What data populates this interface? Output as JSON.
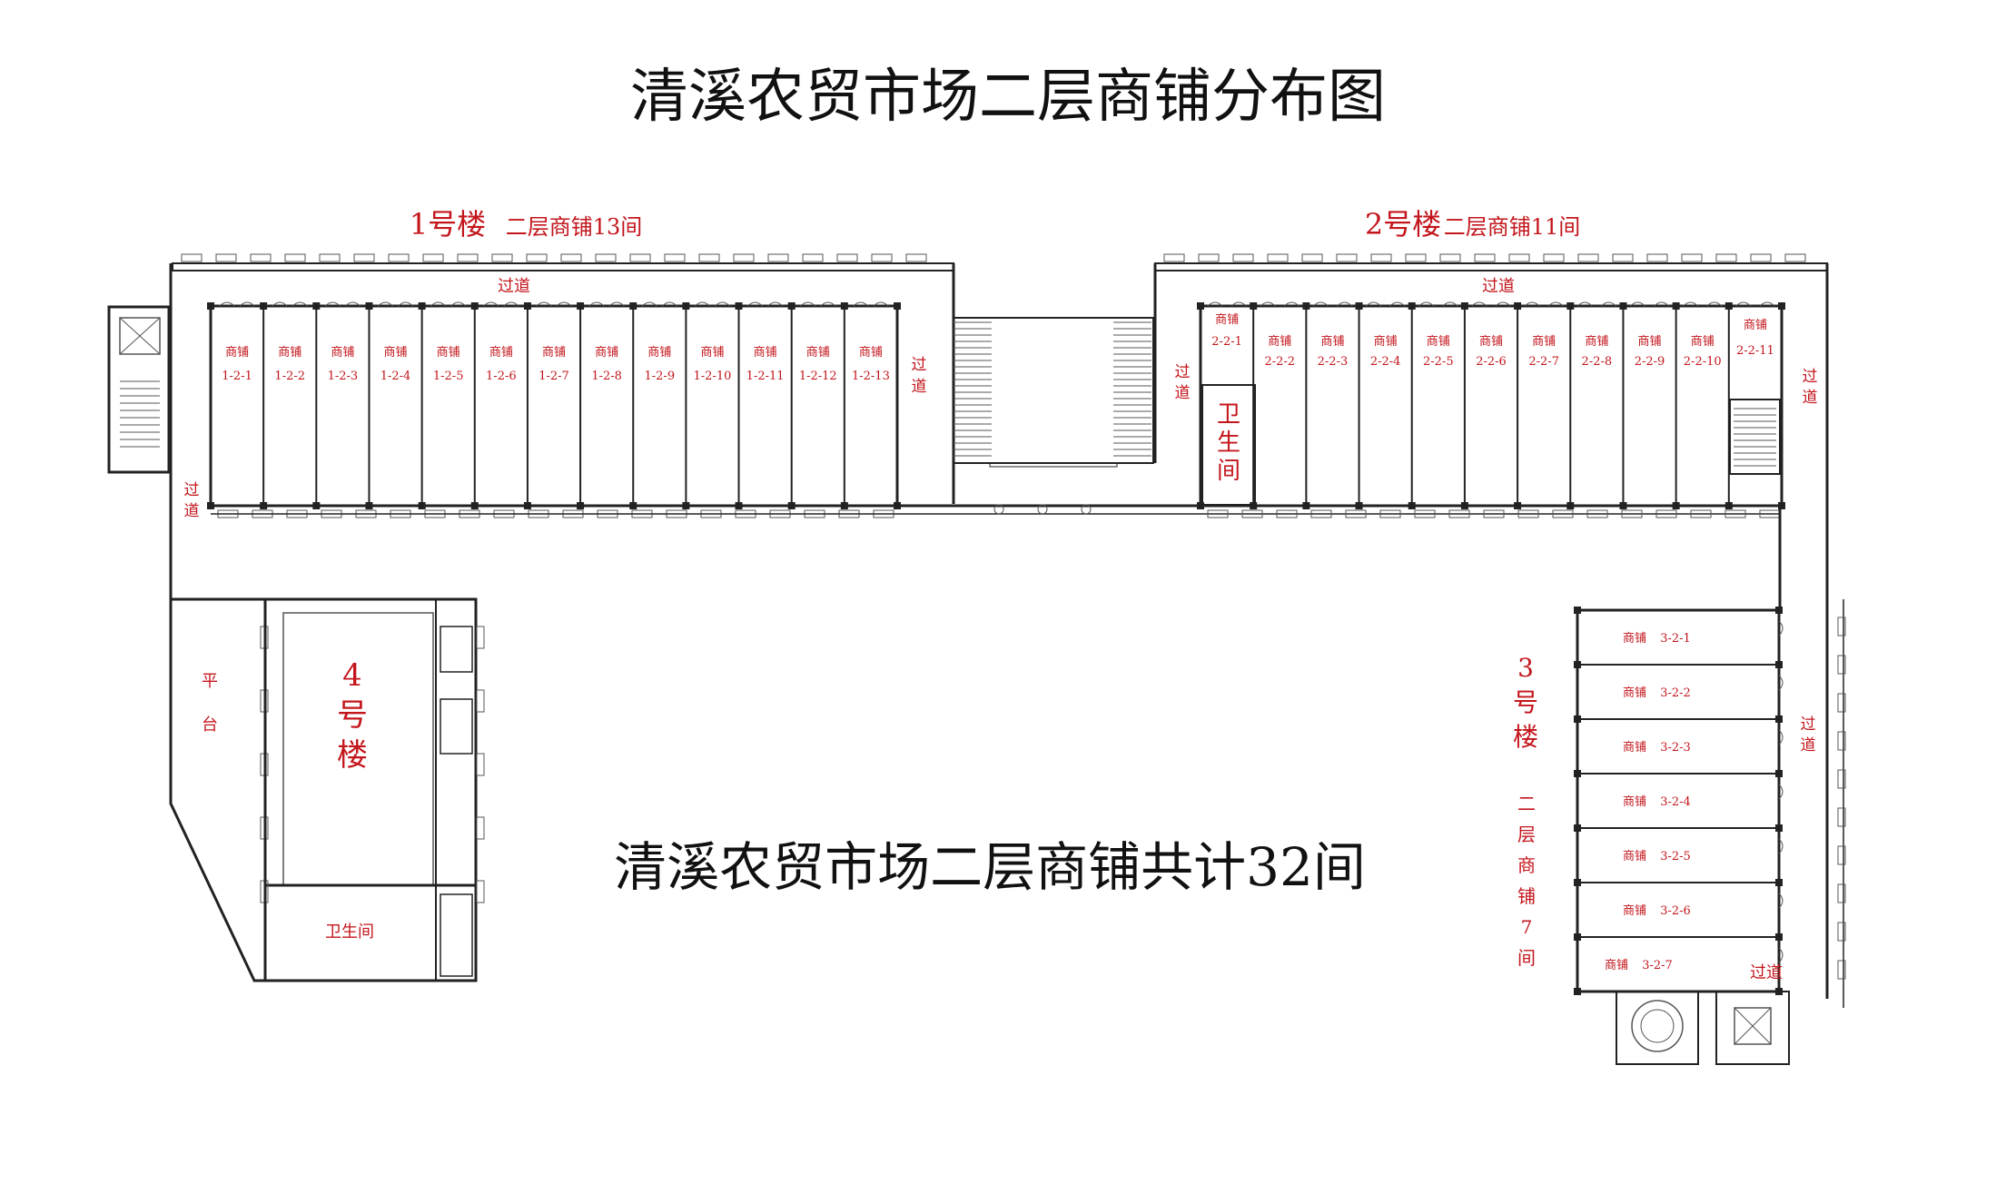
{
  "title": "清溪农贸市场二层商铺分布图",
  "total_label": "清溪农贸市场二层商铺共计32间",
  "shop_word": "商铺",
  "corridor": "过道",
  "platform": [
    "平",
    "台"
  ],
  "building1": {
    "label": "1号楼",
    "sub": "二层商铺13间",
    "shops": [
      "1-2-1",
      "1-2-2",
      "1-2-3",
      "1-2-4",
      "1-2-5",
      "1-2-6",
      "1-2-7",
      "1-2-8",
      "1-2-9",
      "1-2-10",
      "1-2-11",
      "1-2-12",
      "1-2-13"
    ]
  },
  "building2": {
    "label": "2号楼",
    "sub": "二层商铺11间",
    "shops": [
      "2-2-1",
      "2-2-2",
      "2-2-3",
      "2-2-4",
      "2-2-5",
      "2-2-6",
      "2-2-7",
      "2-2-8",
      "2-2-9",
      "2-2-10",
      "2-2-11"
    ],
    "restroom": [
      "卫",
      "生",
      "间"
    ]
  },
  "building3": {
    "label_chars": [
      "3",
      "号",
      "楼"
    ],
    "sub_chars": [
      "二",
      "层",
      "商",
      "铺",
      "7",
      "间"
    ],
    "shops": [
      "3-2-1",
      "3-2-2",
      "3-2-3",
      "3-2-4",
      "3-2-5",
      "3-2-6",
      "3-2-7"
    ]
  },
  "building4": {
    "label_chars": [
      "4",
      "号",
      "楼"
    ],
    "restroom": "卫生间"
  },
  "colors": {
    "label_red": "#c3161c",
    "wall": "#222222"
  }
}
